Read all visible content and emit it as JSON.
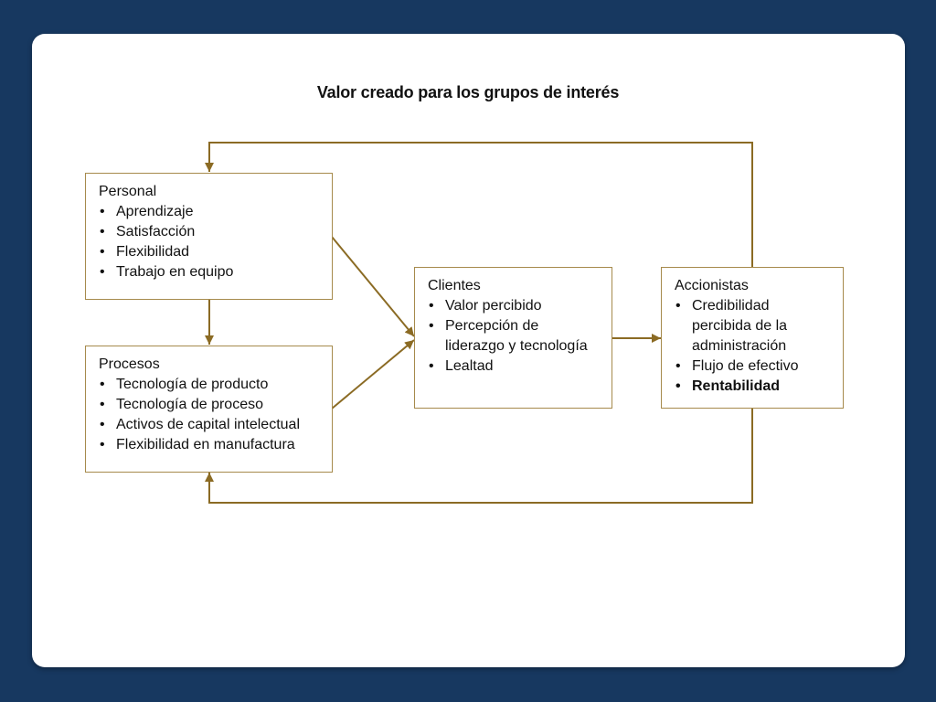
{
  "title": "Valor creado para los grupos de interés",
  "colors": {
    "background": "#173860",
    "card": "#ffffff",
    "arrow": "#8b6b24",
    "box_border": "#a68a4c"
  },
  "nodes": {
    "personal": {
      "title": "Personal",
      "items": [
        "Aprendizaje",
        "Satisfacción",
        "Flexibilidad",
        "Trabajo en equipo"
      ]
    },
    "procesos": {
      "title": "Procesos",
      "items": [
        "Tecnología de producto",
        "Tecnología de proceso",
        "Activos de capital intelectual",
        "Flexibilidad en manufactura"
      ]
    },
    "clientes": {
      "title": "Clientes",
      "items": [
        "Valor percibido",
        "Percepción de liderazgo y tecnología",
        "Lealtad"
      ]
    },
    "accionistas": {
      "title": "Accionistas",
      "items": [
        "Credibilidad percibida de la administración",
        "Flujo de efectivo",
        "Rentabilidad"
      ],
      "bold_item": "Rentabilidad"
    }
  },
  "edges": [
    {
      "from": "personal",
      "to": "procesos"
    },
    {
      "from": "personal",
      "to": "clientes"
    },
    {
      "from": "procesos",
      "to": "clientes"
    },
    {
      "from": "clientes",
      "to": "accionistas"
    },
    {
      "from": "accionistas",
      "to": "personal"
    },
    {
      "from": "accionistas",
      "to": "procesos"
    }
  ]
}
